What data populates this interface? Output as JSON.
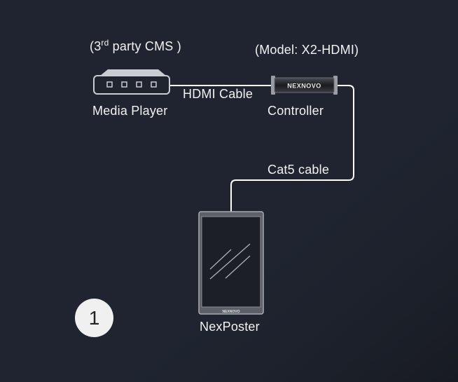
{
  "cms_label": {
    "pre": "(3",
    "sup": "rd",
    "post": " party CMS )"
  },
  "model_label": "(Model: X2-HDMI)",
  "media_player_label": "Media Player",
  "hdmi_cable_label": "HDMI Cable",
  "controller_label": "Controller",
  "controller_brand": "NEXNOVO",
  "cat5_cable_label": "Cat5 cable",
  "nexposter_label": "NexPoster",
  "nexposter_brand": "NEXNOVO",
  "step_number": "1",
  "colors": {
    "background": "#1f2430",
    "line": "#ffffff",
    "device": "#c9ccd2"
  }
}
